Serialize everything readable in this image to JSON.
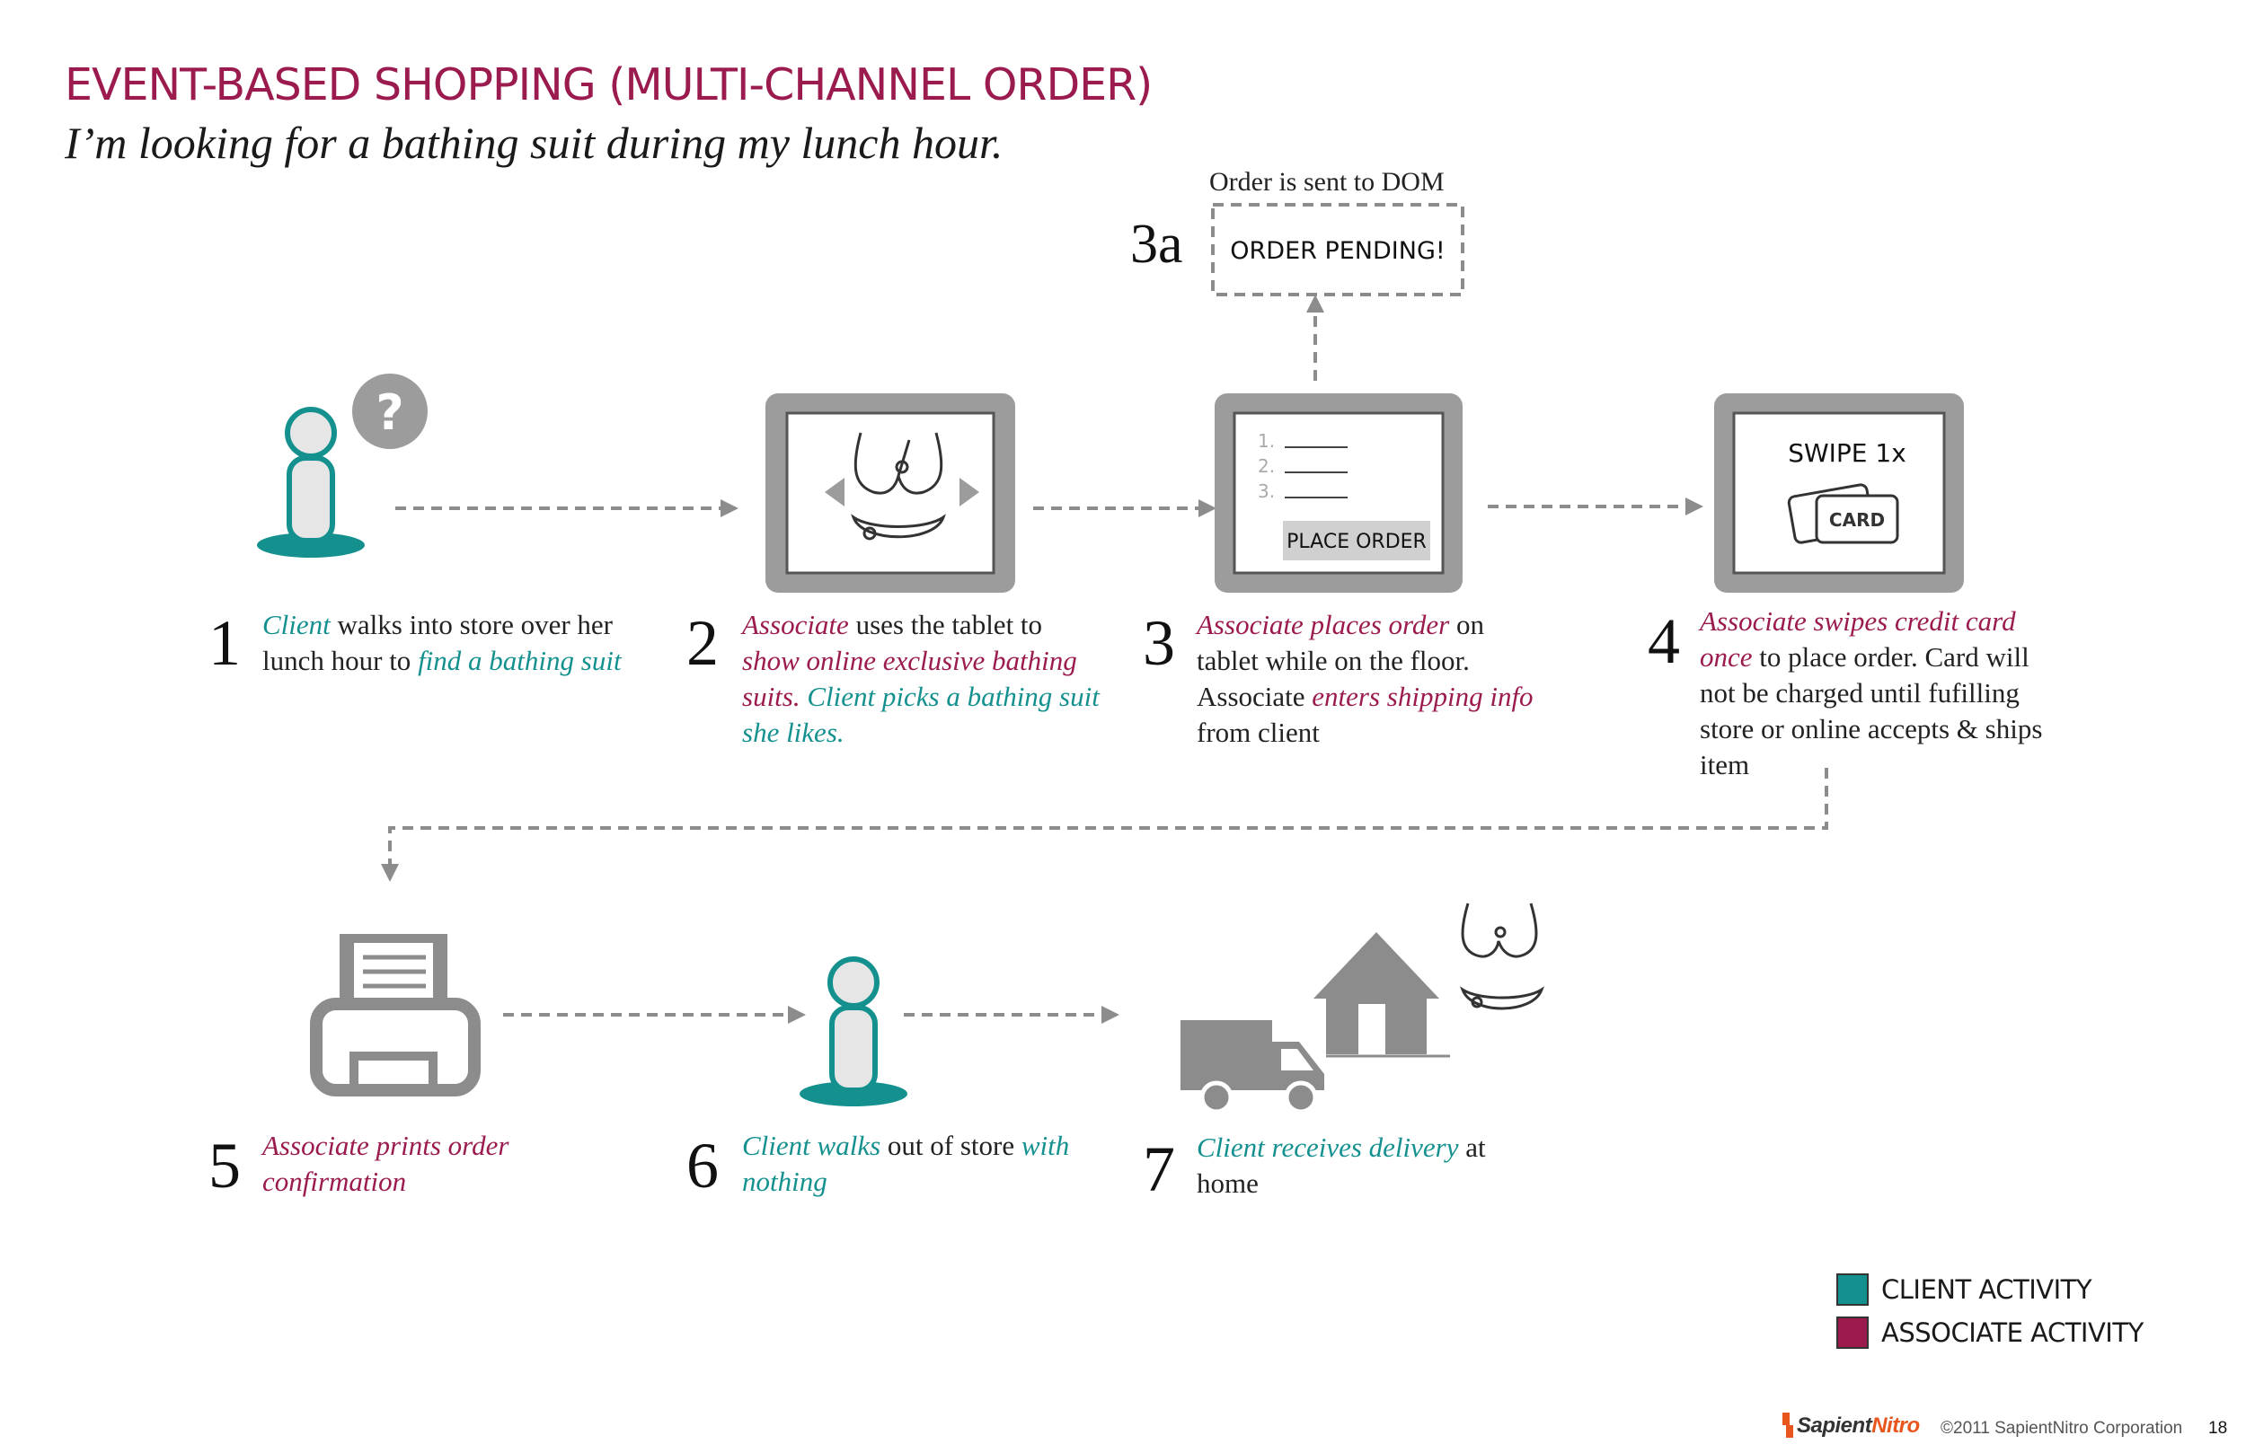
{
  "header": {
    "title": "EVENT-BASED SHOPPING (MULTI-CHANNEL ORDER)",
    "subtitle": "I’m looking for a bathing suit during my lunch hour."
  },
  "colors": {
    "client": "#14918f",
    "associate": "#9b1b4f",
    "icon_gray": "#8c8c8c"
  },
  "step3a": {
    "number": "3a",
    "caption": "Order is sent to DOM",
    "box_label": "ORDER PENDING!"
  },
  "screens": {
    "order_lines": [
      "1.",
      "2.",
      "3."
    ],
    "place_order": "PLACE ORDER",
    "swipe": "SWIPE 1x",
    "card": "CARD"
  },
  "steps": {
    "s1": {
      "number": "1",
      "p1": "Client",
      "p2": " walks into store over her lunch hour to ",
      "p3": "find a bathing suit"
    },
    "s2": {
      "number": "2",
      "p1": "Associate",
      "p2": " uses the tablet to ",
      "p3": "show online exclusive bathing suits.",
      "p4": " Client picks a bathing suit she likes."
    },
    "s3": {
      "number": "3",
      "p1": "Associate places order",
      "p2": " on tablet while on the floor. Associate ",
      "p3": "enters shipping info",
      "p4": " from client"
    },
    "s4": {
      "number": "4",
      "p1": "Associate swipes credit card once",
      "p2": " to place order.  Card will not be charged until fufilling store or online accepts & ships item"
    },
    "s5": {
      "number": "5",
      "p1": "Associate prints order confirmation"
    },
    "s6": {
      "number": "6",
      "p1": "Client walks",
      "p2": " out of store ",
      "p3": "with nothing"
    },
    "s7": {
      "number": "7",
      "p1": "Client receives delivery",
      "p2": " at home"
    }
  },
  "legend": [
    {
      "label": "CLIENT ACTIVITY",
      "color": "#14918f"
    },
    {
      "label": "ASSOCIATE ACTIVITY",
      "color": "#9b1b4f"
    }
  ],
  "footer": {
    "brand_a": "Sapient",
    "brand_b": "Nitro",
    "copyright": "©2011 SapientNitro Corporation",
    "page": "18"
  }
}
